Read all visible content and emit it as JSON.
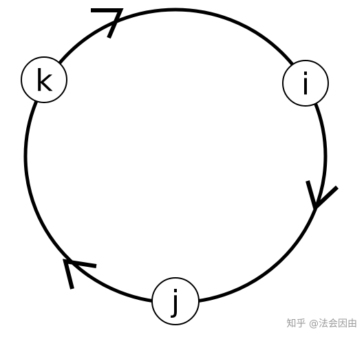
{
  "colors": {
    "stroke": "#000000",
    "node_fill": "#ffffff",
    "watermark": "#9a9a9a"
  },
  "nodes": {
    "k": "k",
    "i": "i",
    "j": "j"
  },
  "watermark": "知乎 @法会因由"
}
